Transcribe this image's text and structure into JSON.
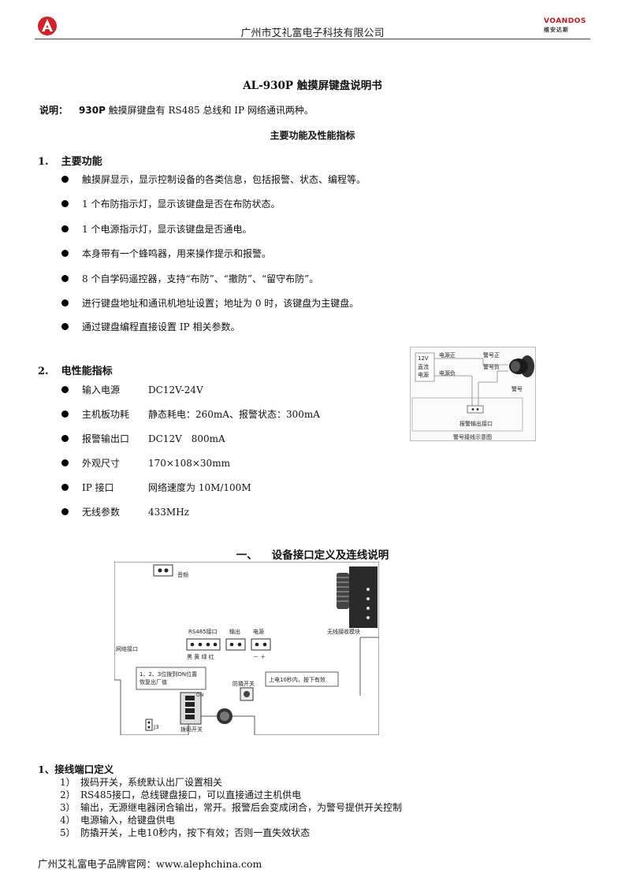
{
  "header": {
    "company": "广州市艾礼富电子科技有限公司",
    "brand_right": "VOANDOS",
    "brand_right_sub": "维安达斯"
  },
  "title": "AL-930P 触摸屏键盘说明书",
  "description": {
    "label": "说明：",
    "model": "930P",
    "text": " 触摸屏键盘有 RS485 总线和 IP 网络通讯两种。"
  },
  "section_center": "主要功能及性能指标",
  "section1": {
    "num": "1.",
    "title": "主要功能",
    "items": [
      "触摸屏显示，显示控制设备的各类信息，包括报警、状态、编程等。",
      "1 个布防指示灯，显示该键盘是否在布防状态。",
      "1 个电源指示灯，显示该键盘是否通电。",
      "本身带有一个蜂鸣器，用来操作提示和报警。",
      "8 个自学码遥控器，支持“布防”、“撤防”、“留守布防”。",
      "进行键盘地址和通讯机地址设置；地址为 0 时，该键盘为主键盘。",
      "通过键盘编程直接设置 IP 相关参数。"
    ]
  },
  "section2": {
    "num": "2.",
    "title": "电性能指标",
    "items": [
      {
        "k": "输入电源",
        "v": "DC12V-24V"
      },
      {
        "k": "主机板功耗",
        "v": "静态耗电：260mA、报警状态：300mA"
      },
      {
        "k": "报警输出口",
        "v": "DC12V　800mA"
      },
      {
        "k": "外观尺寸",
        "v": "170×108×30mm"
      },
      {
        "k": "IP 接口",
        "v": "网络速度为 10M/100M"
      },
      {
        "k": "无线参数",
        "v": "433MHz"
      }
    ]
  },
  "alarm_diagram": {
    "power": [
      "12V",
      "直流",
      "电源"
    ],
    "power_pos": "电源正",
    "power_neg": "电源负",
    "siren_pos": "警号正",
    "siren_neg": "警号负",
    "siren": "警号",
    "port": "报警输出接口",
    "caption": "警号接线示意图"
  },
  "part1": {
    "num": "一、",
    "title": "设备接口定义及连线说明"
  },
  "board": {
    "audio": "音频",
    "rs485": "RS485接口",
    "output": "输出",
    "power": "电源",
    "rs485_pins": "黑 黄 绿 红",
    "power_pins": "－ ＋",
    "wireless": "无线接收模块",
    "network": "网络接口",
    "dip_note_1": "1、2、3位拨到ON位置",
    "dip_note_2": "恢复出厂值",
    "tamper": "防撬开关",
    "tamper_note": "上电10秒内，按下有效",
    "dip": "拨码开关",
    "on": "ON",
    "j3": "J3"
  },
  "wiring": {
    "title": "1、接线端口定义",
    "items": [
      {
        "n": "1）",
        "t": "拨码开关，系统默认出厂设置相关"
      },
      {
        "n": "2）",
        "t": "RS485接口，总线键盘接口，可以直接通过主机供电"
      },
      {
        "n": "3）",
        "t": "输出，无源继电器闭合输出，常开。报警后会变成闭合，为警号提供开关控制"
      },
      {
        "n": "4）",
        "t": "电源输入，给键盘供电"
      },
      {
        "n": "5）",
        "t": "防撬开关，上电10秒内，按下有效；否则一直失效状态"
      }
    ]
  },
  "footer": "广州艾礼富电子品牌官网：www.alephchina.com",
  "colors": {
    "logo_red": "#d42027",
    "accent": "#c0161e"
  }
}
